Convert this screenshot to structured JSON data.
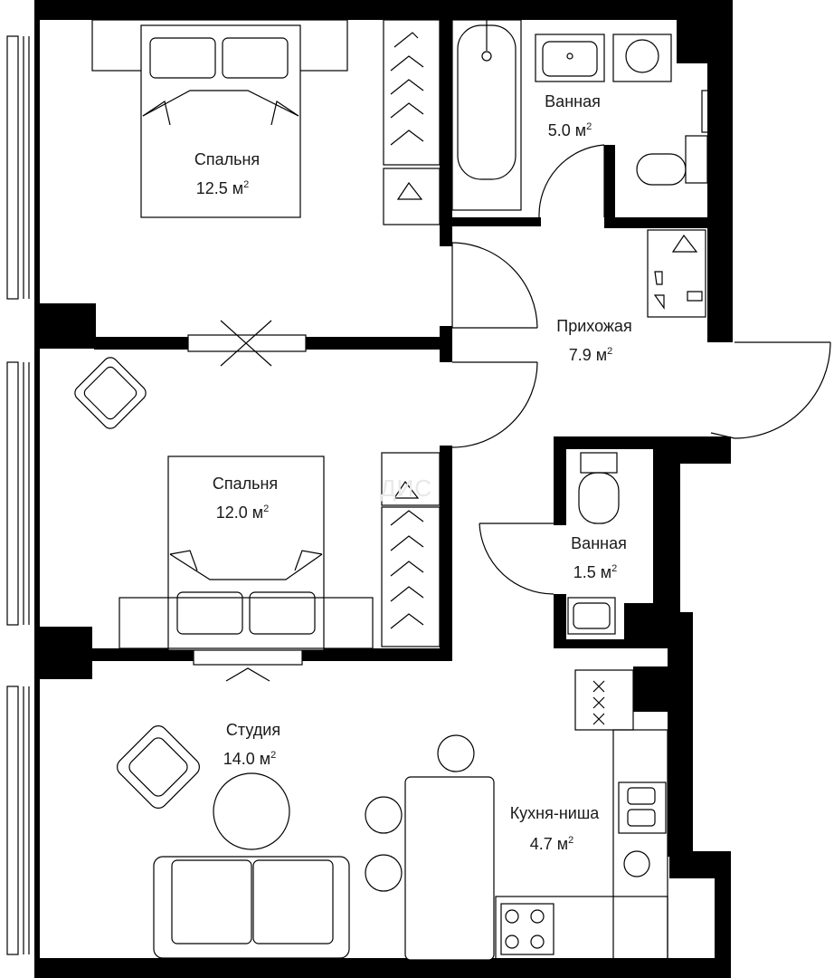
{
  "rooms": {
    "bedroom1": {
      "name": "Спальня",
      "area": "12.5 м",
      "sup": "2"
    },
    "bath1": {
      "name": "Ванная",
      "area": "5.0 м",
      "sup": "2"
    },
    "hall": {
      "name": "Прихожая",
      "area": "7.9 м",
      "sup": "2"
    },
    "bedroom2": {
      "name": "Спальня",
      "area": "12.0 м",
      "sup": "2"
    },
    "bath2": {
      "name": "Ванная",
      "area": "1.5 м",
      "sup": "2"
    },
    "studio": {
      "name": "Студия",
      "area": "14.0 м",
      "sup": "2"
    },
    "kitchen": {
      "name": "Кухня-ниша",
      "area": "4.7 м",
      "sup": "2"
    }
  },
  "watermark": "ДИС",
  "colors": {
    "wall": "#000000",
    "line": "#000000",
    "background": "#ffffff",
    "text": "#1a1a1a"
  }
}
